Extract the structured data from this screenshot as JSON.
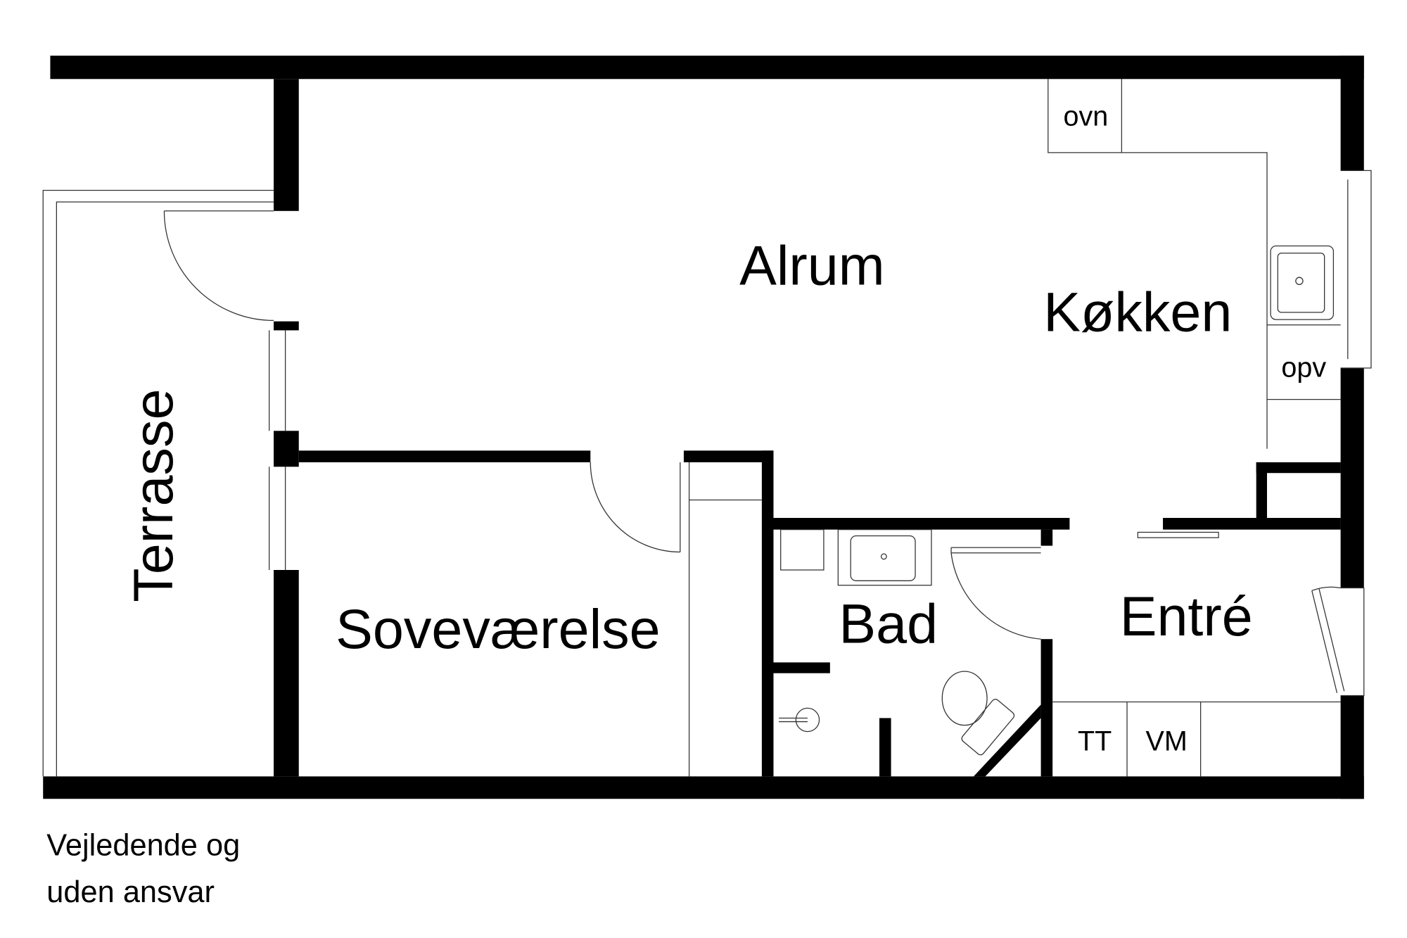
{
  "rooms": {
    "alrum": "Alrum",
    "kokken": "Køkken",
    "terrasse": "Terrasse",
    "sovevaerelse": "Soveværelse",
    "bad": "Bad",
    "entre": "Entré"
  },
  "fixtures": {
    "oven": "ovn",
    "dishwasher": "opv",
    "dryer": "TT",
    "washer": "VM"
  },
  "disclaimer": {
    "line1": "Vejledende og",
    "line2": "uden ansvar"
  }
}
